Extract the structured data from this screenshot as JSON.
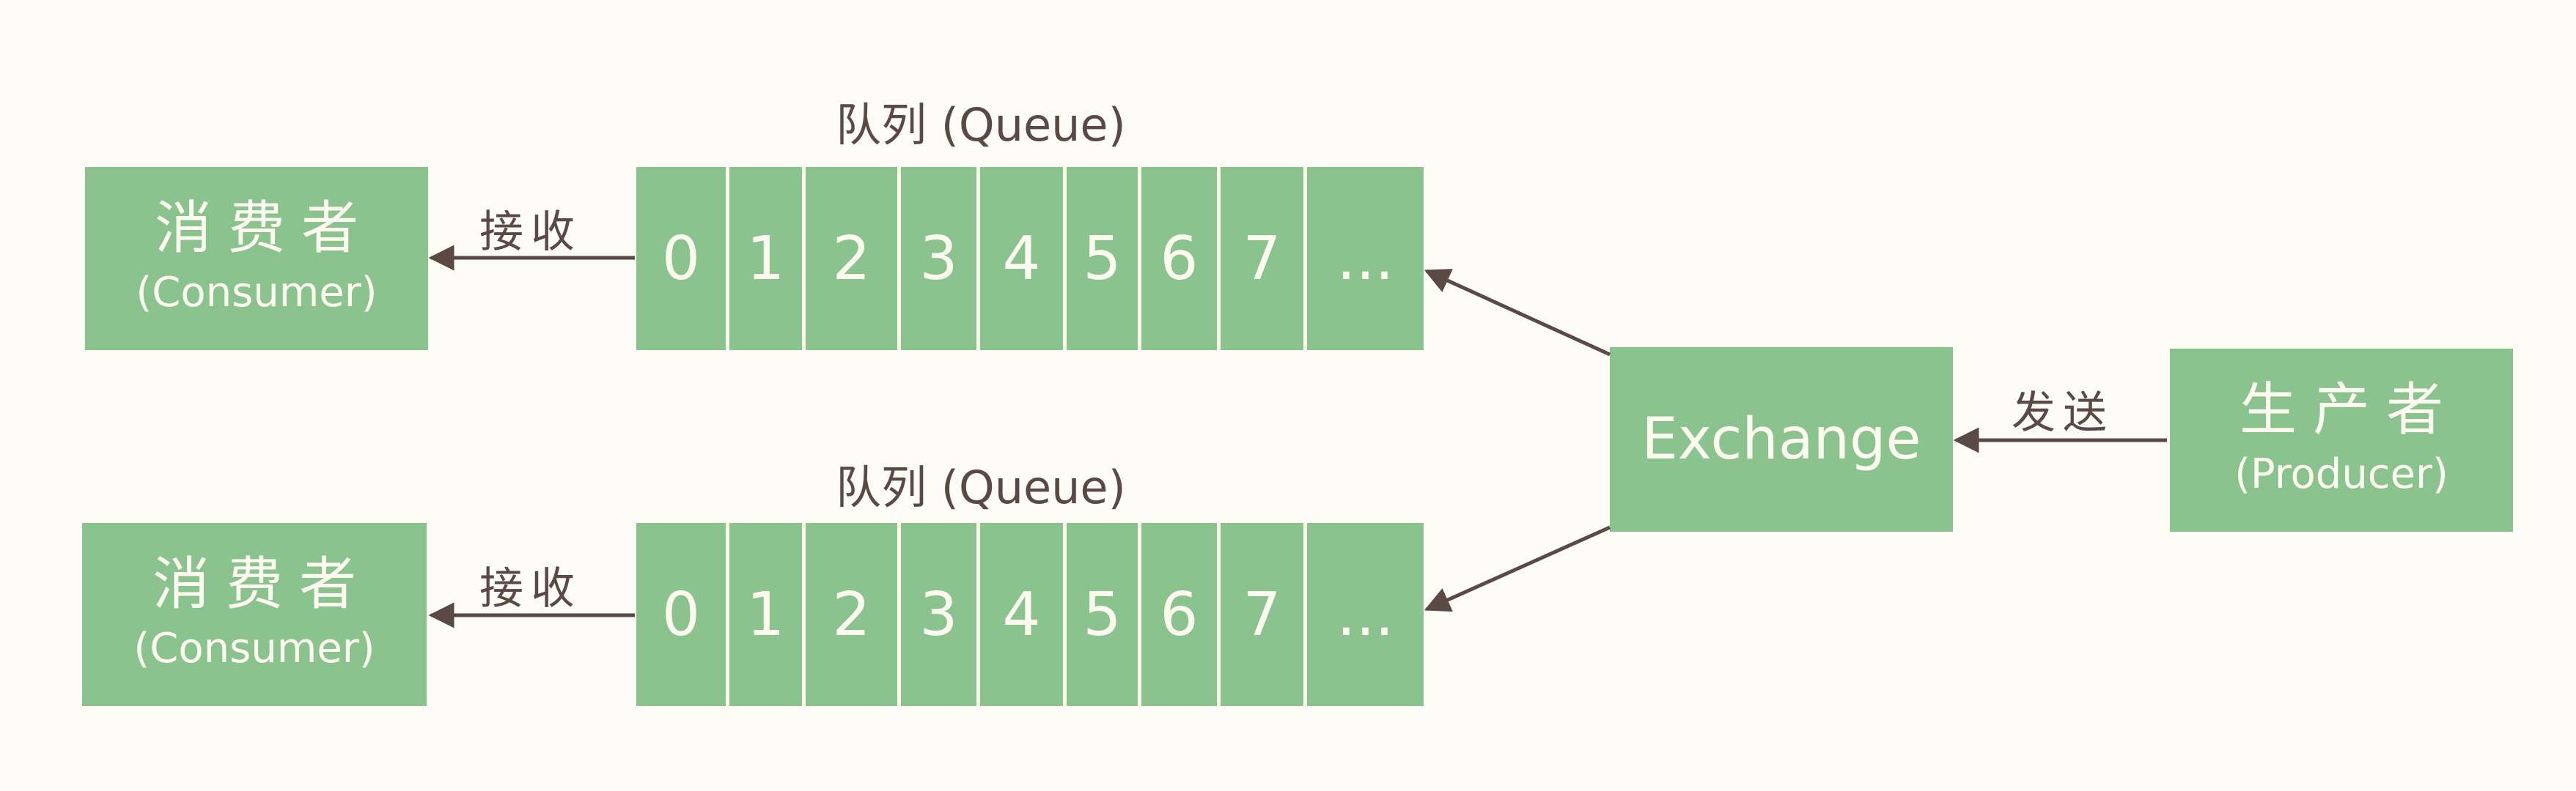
{
  "queues": [
    {
      "title": "队列 (Queue)",
      "cells": [
        "0",
        "1",
        "2",
        "3",
        "4",
        "5",
        "6",
        "7",
        "..."
      ]
    },
    {
      "title": "队列 (Queue)",
      "cells": [
        "0",
        "1",
        "2",
        "3",
        "4",
        "5",
        "6",
        "7",
        "..."
      ]
    }
  ],
  "consumers": [
    {
      "title": "消费者",
      "subtitle": "(Consumer)"
    },
    {
      "title": "消费者",
      "subtitle": "(Consumer)"
    }
  ],
  "edges": {
    "receive_label": "接收",
    "send_label": "发送"
  },
  "exchange": {
    "label": "Exchange"
  },
  "producer": {
    "title": "生产者",
    "subtitle": "(Producer)"
  },
  "colors": {
    "box_fill": "#8bc38f",
    "box_text": "#fdfbf0",
    "line": "#5b4a44",
    "background": "#fdfbf6"
  }
}
